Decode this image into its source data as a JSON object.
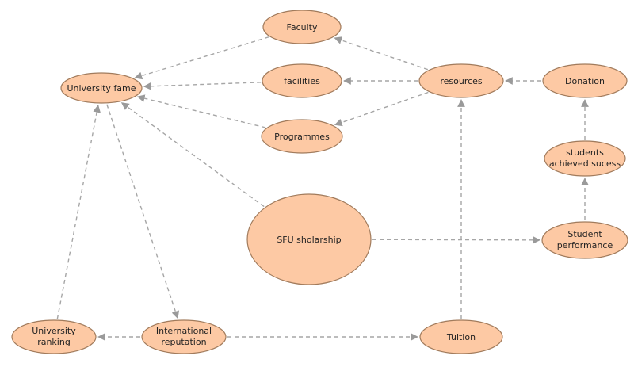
{
  "nodes": [
    {
      "id": "faculty",
      "lines": [
        "Faculty"
      ]
    },
    {
      "id": "university-fame",
      "lines": [
        "University fame"
      ]
    },
    {
      "id": "facilities",
      "lines": [
        "facilities"
      ]
    },
    {
      "id": "resources",
      "lines": [
        "resources"
      ]
    },
    {
      "id": "donation",
      "lines": [
        "Donation"
      ]
    },
    {
      "id": "programmes",
      "lines": [
        "Programmes"
      ]
    },
    {
      "id": "students-achieved",
      "lines": [
        "students",
        "achieved sucess"
      ]
    },
    {
      "id": "sfu-scholarship",
      "lines": [
        "SFU sholarship"
      ]
    },
    {
      "id": "student-performance",
      "lines": [
        "Student",
        "performance"
      ]
    },
    {
      "id": "university-ranking",
      "lines": [
        "University",
        "ranking"
      ]
    },
    {
      "id": "international-reputation",
      "lines": [
        "International",
        "reputation"
      ]
    },
    {
      "id": "tuition",
      "lines": [
        "Tuition"
      ]
    }
  ],
  "edges": [
    {
      "from": "resources",
      "to": "faculty"
    },
    {
      "from": "resources",
      "to": "facilities"
    },
    {
      "from": "resources",
      "to": "programmes"
    },
    {
      "from": "donation",
      "to": "resources"
    },
    {
      "from": "faculty",
      "to": "university-fame"
    },
    {
      "from": "facilities",
      "to": "university-fame"
    },
    {
      "from": "programmes",
      "to": "university-fame"
    },
    {
      "from": "sfu-scholarship",
      "to": "university-fame"
    },
    {
      "from": "sfu-scholarship",
      "to": "student-performance"
    },
    {
      "from": "student-performance",
      "to": "students-achieved"
    },
    {
      "from": "students-achieved",
      "to": "donation"
    },
    {
      "from": "university-fame",
      "to": "international-reputation"
    },
    {
      "from": "university-ranking",
      "to": "university-fame"
    },
    {
      "from": "international-reputation",
      "to": "university-ranking"
    },
    {
      "from": "international-reputation",
      "to": "tuition"
    },
    {
      "from": "tuition",
      "to": "resources"
    }
  ]
}
